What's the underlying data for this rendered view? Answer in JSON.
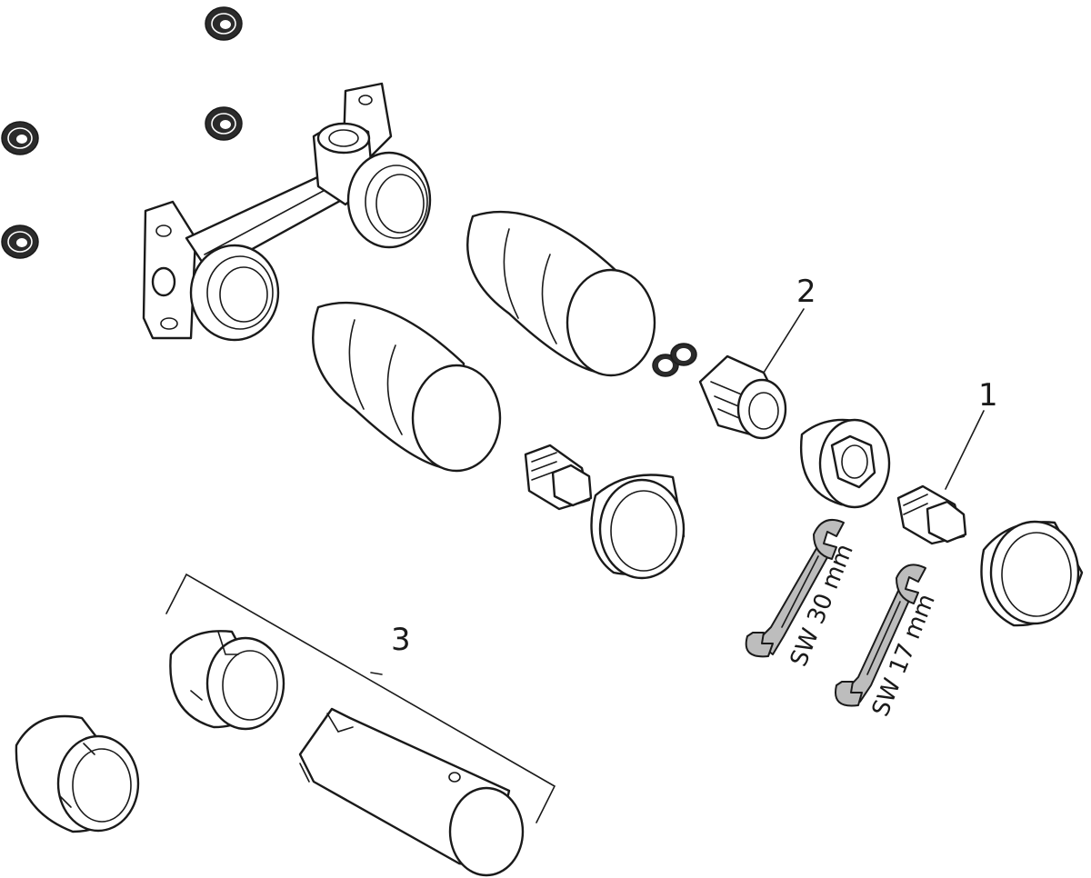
{
  "callouts": {
    "item1": "1",
    "item2": "2",
    "item3": "3"
  },
  "tools": {
    "wrench_30": "SW 30 mm",
    "wrench_17": "SW 17 mm"
  },
  "colors": {
    "line": "#1a1a1a",
    "tool_fill": "#bdbdbd",
    "background": "#ffffff"
  }
}
